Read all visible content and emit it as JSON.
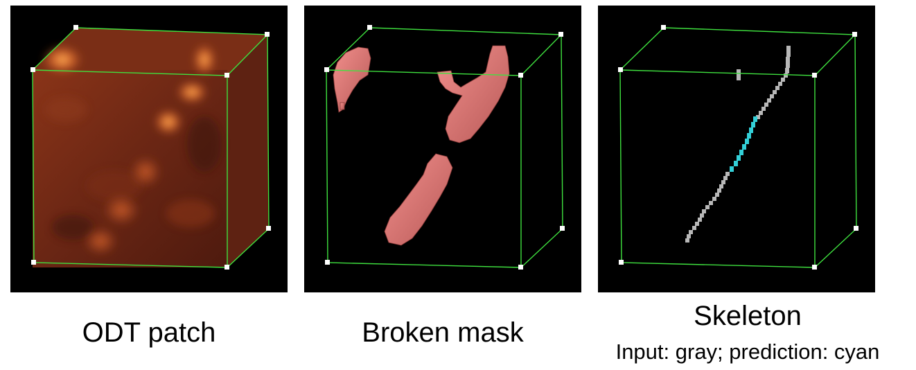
{
  "panels": [
    {
      "id": "odt",
      "caption": "ODT patch"
    },
    {
      "id": "mask",
      "caption": "Broken mask"
    },
    {
      "id": "skeleton",
      "caption": "Skeleton",
      "subcaption": "Input: gray; prediction: cyan"
    }
  ],
  "colors": {
    "background": "#000000",
    "bounding_box": "#3fe23f",
    "odt_base": "#5a1e10",
    "odt_highlight": "#ffb050",
    "mask": "#e57a78",
    "skeleton_input": "#b8b8b8",
    "skeleton_prediction": "#33d0d8"
  }
}
